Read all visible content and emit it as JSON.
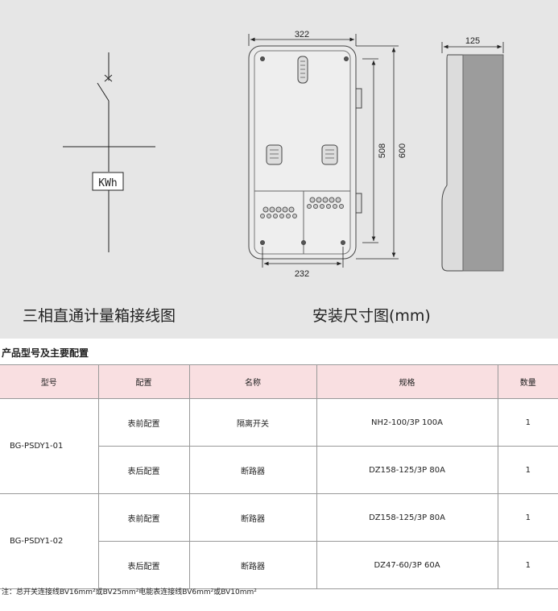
{
  "diagram": {
    "meter_label": "KWh",
    "dim_width_top": "322",
    "dim_width_bottom": "232",
    "dim_height_inner": "508",
    "dim_height_outer": "600",
    "dim_depth": "125"
  },
  "captions": {
    "wiring": "三相直通计量箱接线图",
    "dimensions": "安装尺寸图(mm)"
  },
  "section_title": "产品型号及主要配置",
  "table": {
    "headers": [
      "型号",
      "配置",
      "名称",
      "规格",
      "数量"
    ],
    "groups": [
      {
        "model": "BG-PSDY1-01",
        "rows": [
          {
            "config": "表前配置",
            "name": "隔离开关",
            "spec": "NH2-100/3P  100A",
            "qty": "1"
          },
          {
            "config": "表后配置",
            "name": "断路器",
            "spec": "DZ158-125/3P  80A",
            "qty": "1"
          }
        ]
      },
      {
        "model": "BG-PSDY1-02",
        "rows": [
          {
            "config": "表前配置",
            "name": "断路器",
            "spec": "DZ158-125/3P  80A",
            "qty": "1"
          },
          {
            "config": "表后配置",
            "name": "断路器",
            "spec": "DZ47-60/3P  60A",
            "qty": "1"
          }
        ]
      }
    ]
  },
  "note": "注：总开关连接线BV16mm²或BV25mm²电能表连接线BV6mm²或BV10mm²"
}
